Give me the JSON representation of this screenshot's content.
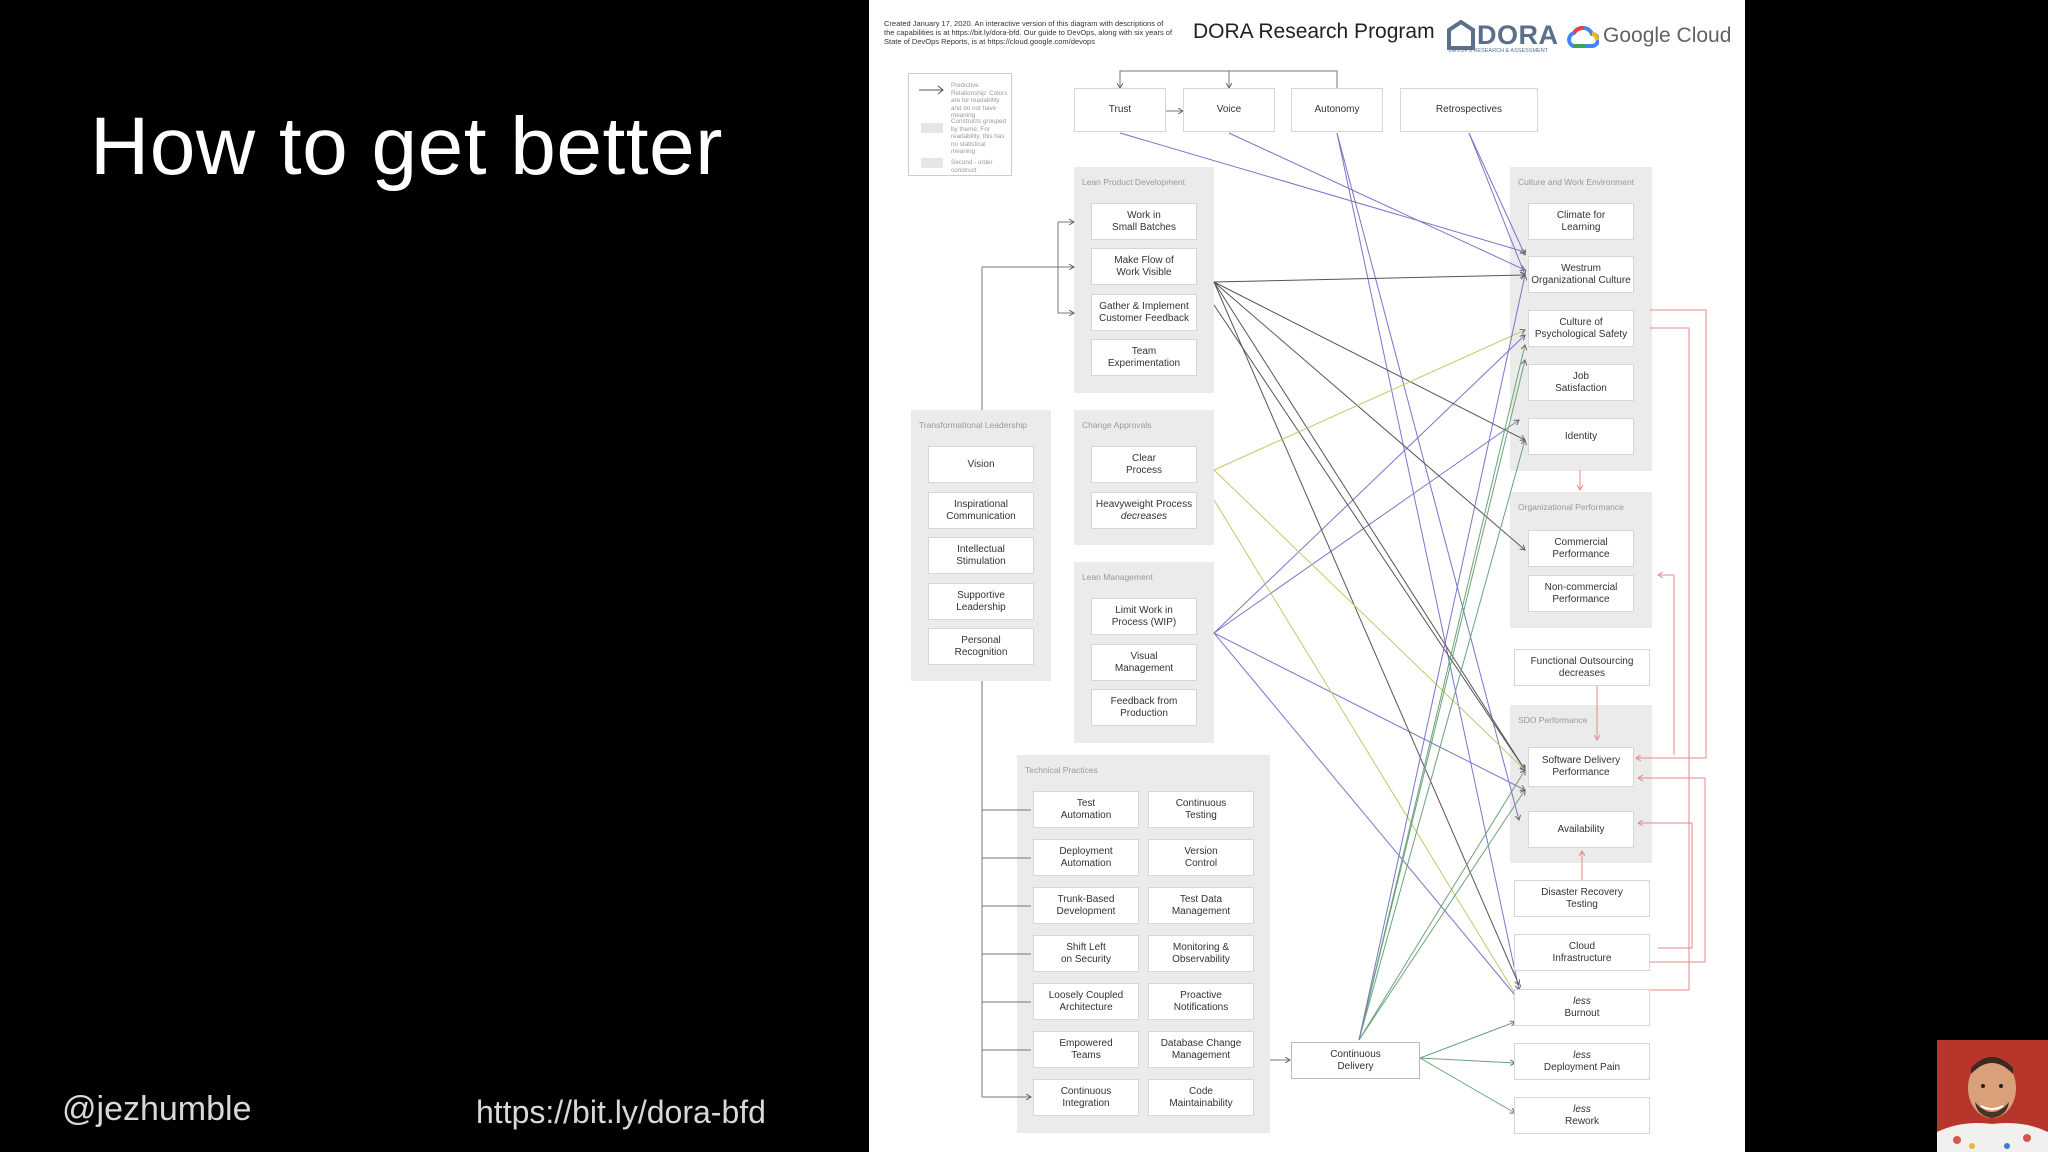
{
  "slide": {
    "title": "How to get better",
    "footer_handle": "@jezhumble",
    "footer_url": "https://bit.ly/dora-bfd"
  },
  "diagram": {
    "note": "Created January 17, 2020. An interactive version of this diagram with descriptions of the capabilities is at https://bit.ly/dora-bfd. Our guide to DevOps, along with six years of State of DevOps Reports, is at https://cloud.google.com/devops",
    "program_title": "DORA Research Program",
    "dora_logo": {
      "word": "DORA",
      "sub": "DEVOPS RESEARCH & ASSESSMENT"
    },
    "gc_logo": {
      "word": "Google Cloud"
    },
    "legend": {
      "arrow": "Predictive Relationship: Colors are for readability and do not have meaning",
      "group": "Constructs grouped by theme: For readability, this has no statistical meaning",
      "second_order": "Second - order construct"
    },
    "top_boxes": {
      "trust": "Trust",
      "voice": "Voice",
      "autonomy": "Autonomy",
      "retrospectives": "Retrospectives"
    },
    "lean_product": {
      "label": "Lean Product Development",
      "items": [
        "Work in\nSmall Batches",
        "Make Flow of\nWork Visible",
        "Gather & Implement\nCustomer Feedback",
        "Team\nExperimentation"
      ]
    },
    "transformational": {
      "label": "Transformational Leadership",
      "items": [
        "Vision",
        "Inspirational\nCommunication",
        "Intellectual\nStimulation",
        "Supportive\nLeadership",
        "Personal\nRecognition"
      ]
    },
    "change_approvals": {
      "label": "Change Approvals",
      "clear": "Clear\nProcess",
      "heavy": "Heavyweight Process",
      "heavy_note": "decreases"
    },
    "lean_mgmt": {
      "label": "Lean Management",
      "items": [
        "Limit Work in\nProcess (WIP)",
        "Visual\nManagement",
        "Feedback from\nProduction"
      ]
    },
    "technical": {
      "label": "Technical Practices",
      "left": [
        "Test\nAutomation",
        "Deployment\nAutomation",
        "Trunk-Based\nDevelopment",
        "Shift Left\non Security",
        "Loosely Coupled\nArchitecture",
        "Empowered\nTeams",
        "Continuous\nIntegration"
      ],
      "right": [
        "Continuous\nTesting",
        "Version\nControl",
        "Test Data\nManagement",
        "Monitoring &\nObservability",
        "Proactive\nNotifications",
        "Database Change\nManagement",
        "Code\nMaintainability"
      ]
    },
    "cd": "Continuous\nDelivery",
    "culture": {
      "label": "Culture and Work Environment",
      "items": [
        "Climate for\nLearning",
        "Westrum\nOrganizational Culture",
        "Culture of\nPsychological Safety",
        "Job\nSatisfaction",
        "Identity"
      ]
    },
    "org_perf": {
      "label": "Organizational Performance",
      "items": [
        "Commercial\nPerformance",
        "Non-commercial\nPerformance"
      ]
    },
    "outsourcing": {
      "text": "Functional Outsourcing",
      "note": "decreases"
    },
    "sdo": {
      "label": "SDO Performance",
      "items": [
        "Software Delivery\nPerformance",
        "Availability"
      ]
    },
    "dr": "Disaster Recovery\nTesting",
    "cloud": "Cloud\nInfrastructure",
    "outcomes": [
      {
        "q": "less",
        "t": "Burnout"
      },
      {
        "q": "less",
        "t": "Deployment Pain"
      },
      {
        "q": "less",
        "t": "Rework"
      }
    ],
    "colors": {
      "purple": "#7a74c8",
      "dark": "#555555",
      "olive": "#c9c66a",
      "green": "#6aa37a",
      "red": "#e58a8a",
      "group_bg": "#ebebeb"
    }
  }
}
